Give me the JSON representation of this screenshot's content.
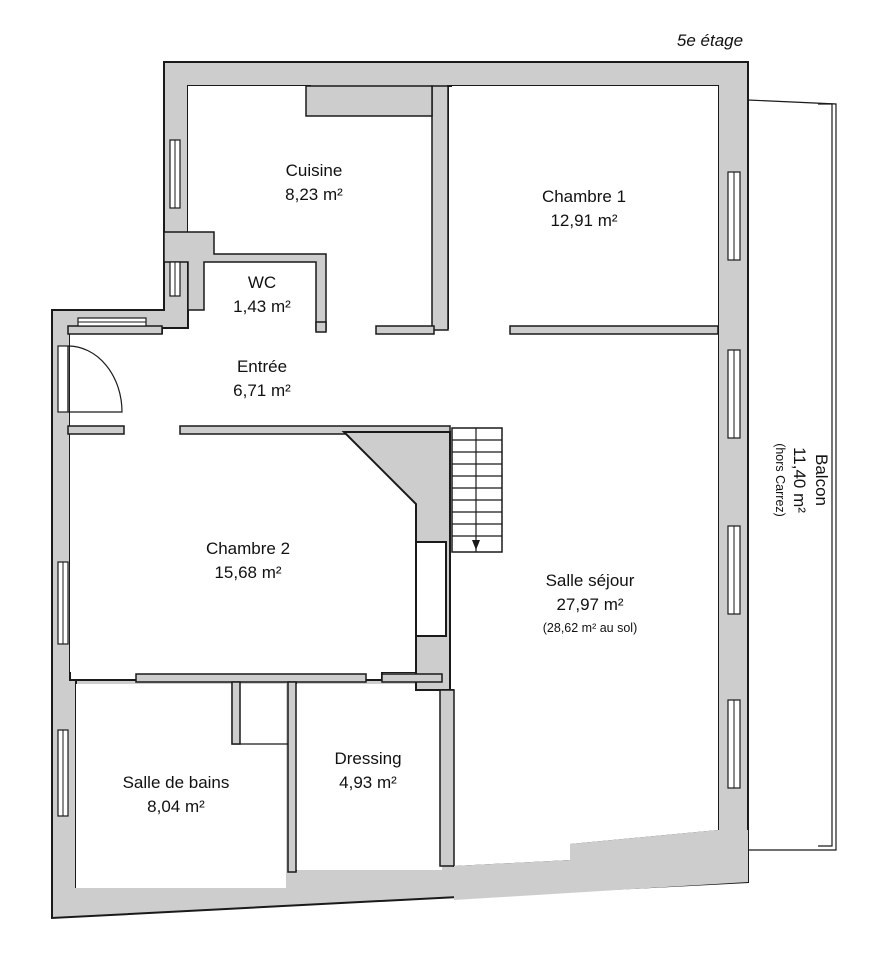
{
  "floor_label": "5e étage",
  "rooms": {
    "cuisine": {
      "name": "Cuisine",
      "area": "8,23 m²"
    },
    "chambre1": {
      "name": "Chambre 1",
      "area": "12,91 m²"
    },
    "wc": {
      "name": "WC",
      "area": "1,43 m²"
    },
    "entree": {
      "name": "Entrée",
      "area": "6,71 m²"
    },
    "chambre2": {
      "name": "Chambre 2",
      "area": "15,68 m²"
    },
    "sejour": {
      "name": "Salle séjour",
      "area": "27,97 m²",
      "note": "(28,62 m² au sol)"
    },
    "dressing": {
      "name": "Dressing",
      "area": "4,93 m²"
    },
    "bains": {
      "name": "Salle de bains",
      "area": "8,04 m²"
    }
  },
  "balcon": {
    "name": "Balcon",
    "area": "11,40 m²",
    "note": "(hors Carrez)"
  },
  "colors": {
    "wall": "#cdcdcd",
    "line": "#1a1a1a",
    "room": "#ffffff"
  }
}
